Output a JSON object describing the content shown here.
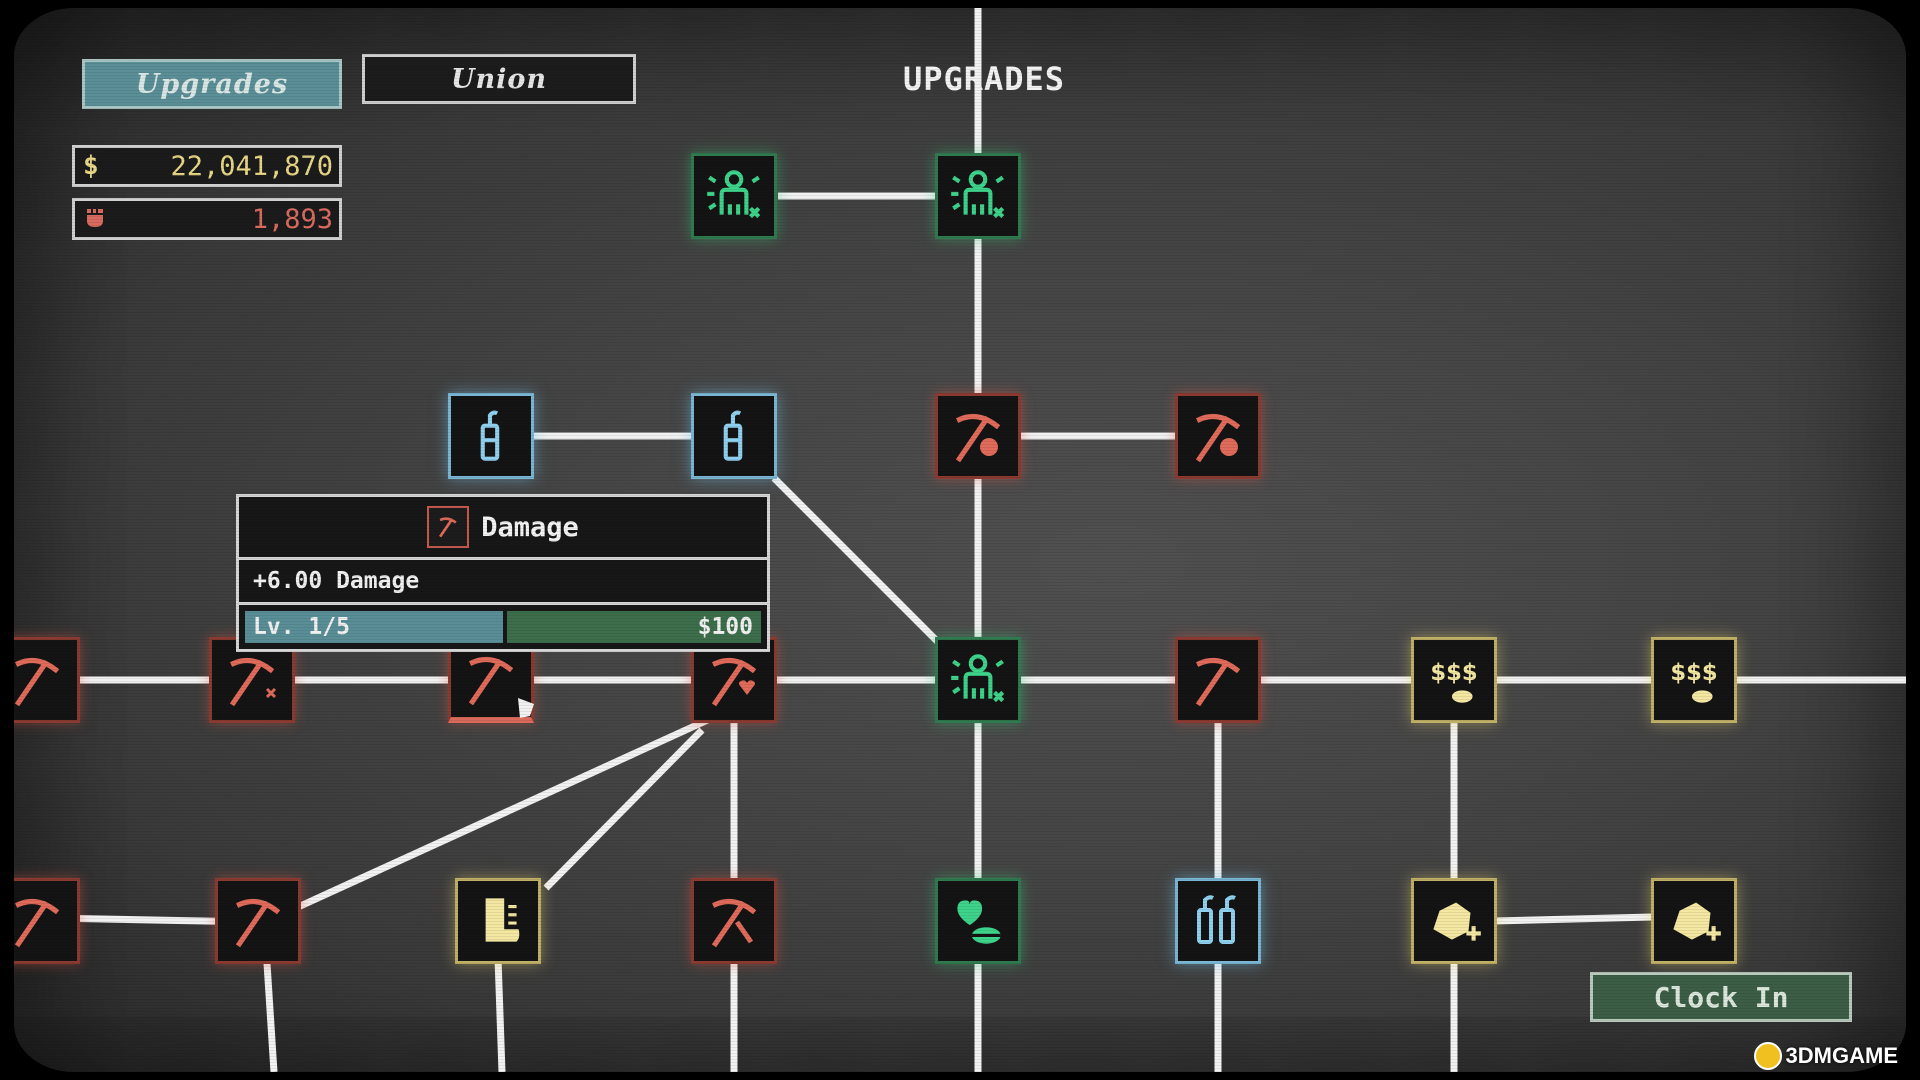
{
  "tabs": {
    "upgrades": "Upgrades",
    "union": "Union"
  },
  "title": "UPGRADES",
  "currency": {
    "money_symbol": "$",
    "money": "22,041,870",
    "fist": "1,893"
  },
  "tooltip": {
    "name": "Damage",
    "description": "+6.00 Damage",
    "level": "Lv. 1/5",
    "level_progress": 0.2,
    "cost": "$100"
  },
  "clock_in": "Clock In",
  "watermark": "3DMGAME",
  "colors": {
    "green": "#3ed38a",
    "red": "#e06b5a",
    "blue": "#8fd0ee",
    "yellow": "#f3e7a2"
  },
  "icons": {
    "miner": "miner-boost-icon",
    "pickaxe": "pickaxe-icon",
    "pickaxe_ore": "pickaxe-ore-icon",
    "pickaxe_heart": "pickaxe-heart-icon",
    "pickaxe_critical": "pickaxe-critical-icon",
    "pickaxe_double": "pickaxe-double-icon",
    "dynamite": "dynamite-icon",
    "double_dynamite": "double-dynamite-icon",
    "money": "money-bag-icon",
    "ore_plus": "ore-plus-icon",
    "boot": "boot-icon",
    "heart_helmet": "heart-helmet-icon"
  }
}
